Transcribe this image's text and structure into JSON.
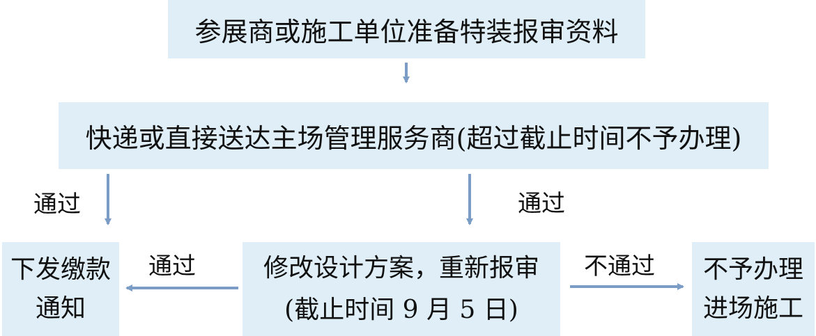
{
  "nodes": {
    "step1": "参展商或施工单位准备特装报审资料",
    "step2": "快递或直接送达主场管理服务商(超过截止时间不予办理)",
    "notice_line1": "下发缴款",
    "notice_line2": "通知",
    "revise_line1": "修改设计方案，重新报审",
    "revise_line2": "(截止时间 9 月 5 日)",
    "reject_line1": "不予办理",
    "reject_line2": "进场施工"
  },
  "edges": {
    "pass_left": "通过",
    "pass_right": "通过",
    "pass_bottom": "通过",
    "fail": "不通过"
  },
  "colors": {
    "box_fill": "#dfeef7",
    "arrow": "#7a9cc5"
  }
}
